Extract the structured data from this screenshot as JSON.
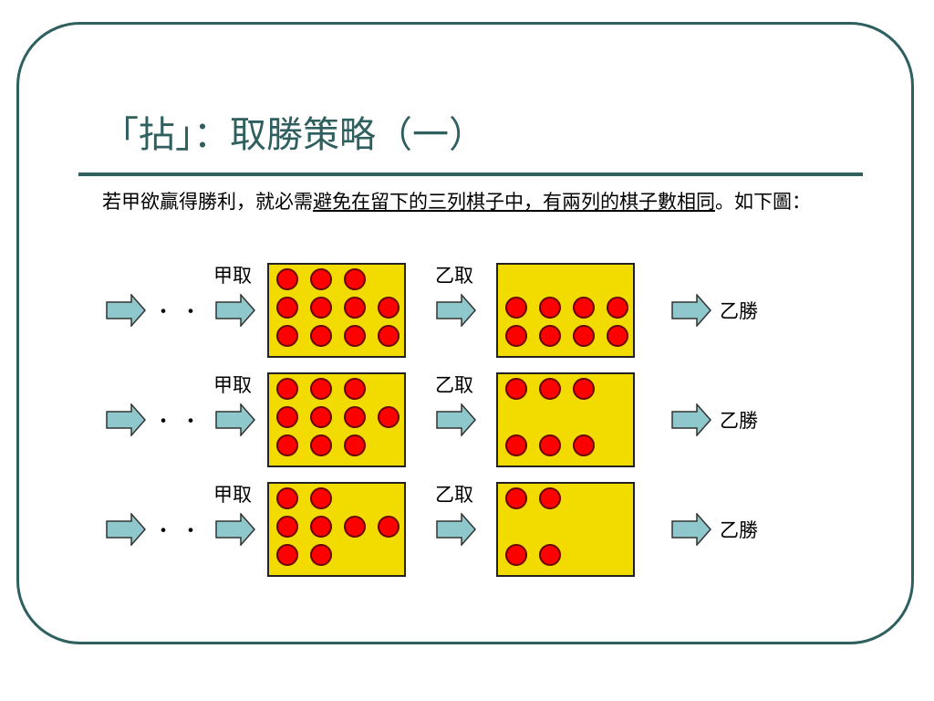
{
  "title": "「拈」：取勝策略（一）",
  "paragraph": {
    "part1": "若甲欲贏得勝利，就必需",
    "underlined": "避免在留下的三列棋子中，有兩列的棋子數相同",
    "part2": "。如下圖："
  },
  "labels": {
    "a_take": "甲取",
    "b_take": "乙取",
    "b_win": "乙勝",
    "ellipsis": "・・・"
  },
  "colors": {
    "frame": "#2f5f5f",
    "board": "#f2dc00",
    "piece": "#ff0000",
    "arrow": "#8fc8cc"
  },
  "scenarios": [
    {
      "before": [
        3,
        4,
        4
      ],
      "after": [
        0,
        4,
        4
      ]
    },
    {
      "before": [
        3,
        4,
        3
      ],
      "after": [
        3,
        0,
        3
      ]
    },
    {
      "before": [
        2,
        4,
        2
      ],
      "after": [
        2,
        0,
        2
      ]
    }
  ]
}
